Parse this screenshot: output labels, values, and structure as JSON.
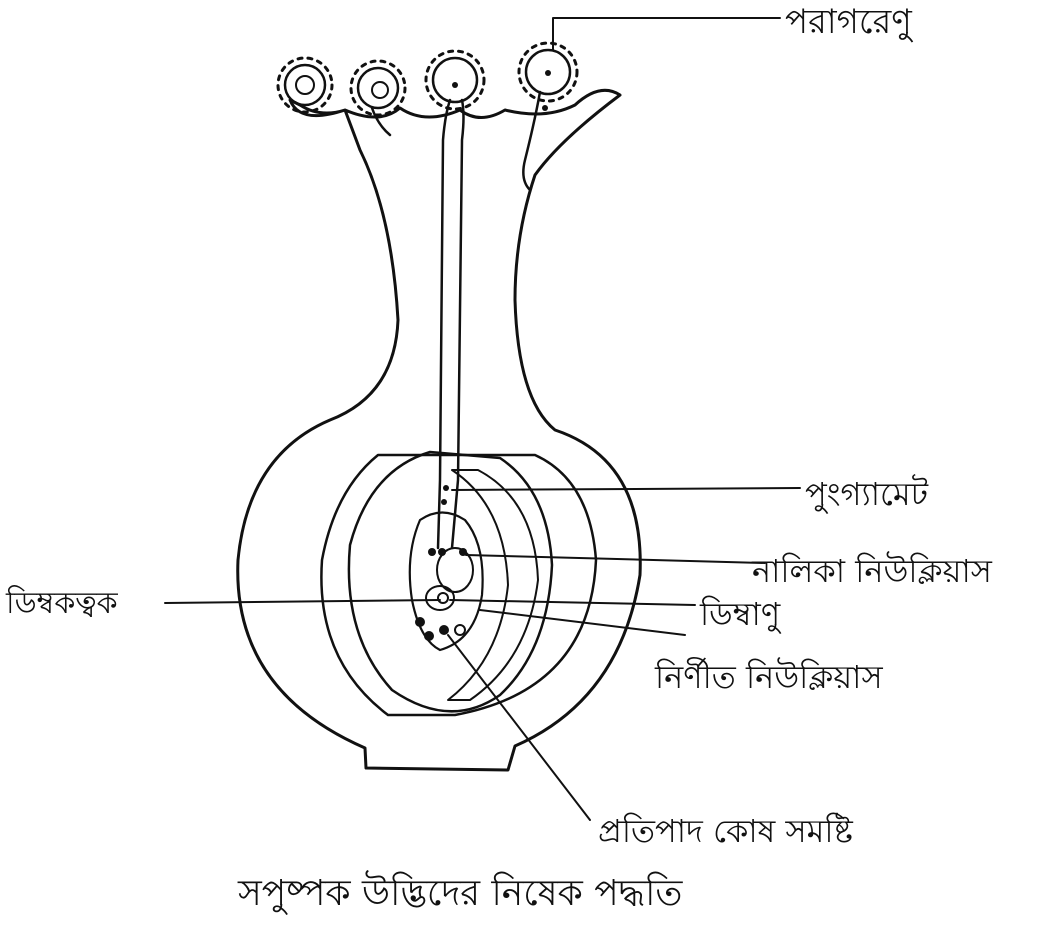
{
  "diagram": {
    "labels": {
      "pollen": "পরাগরেণু",
      "male_gamete": "পুংগ্যামেট",
      "tube_nucleus": "নালিকা নিউক্লিয়াস",
      "integument": "ডিম্বকত্বক",
      "egg_cell": "ডিম্বাণু",
      "secondary_nucleus": "নির্ণীত নিউক্লিয়াস",
      "antipodal_cells": "প্রতিপাদ কোষ সমষ্টি"
    },
    "caption": "সপুষ্পক উদ্ভিদের নিষেক পদ্ধতি"
  }
}
